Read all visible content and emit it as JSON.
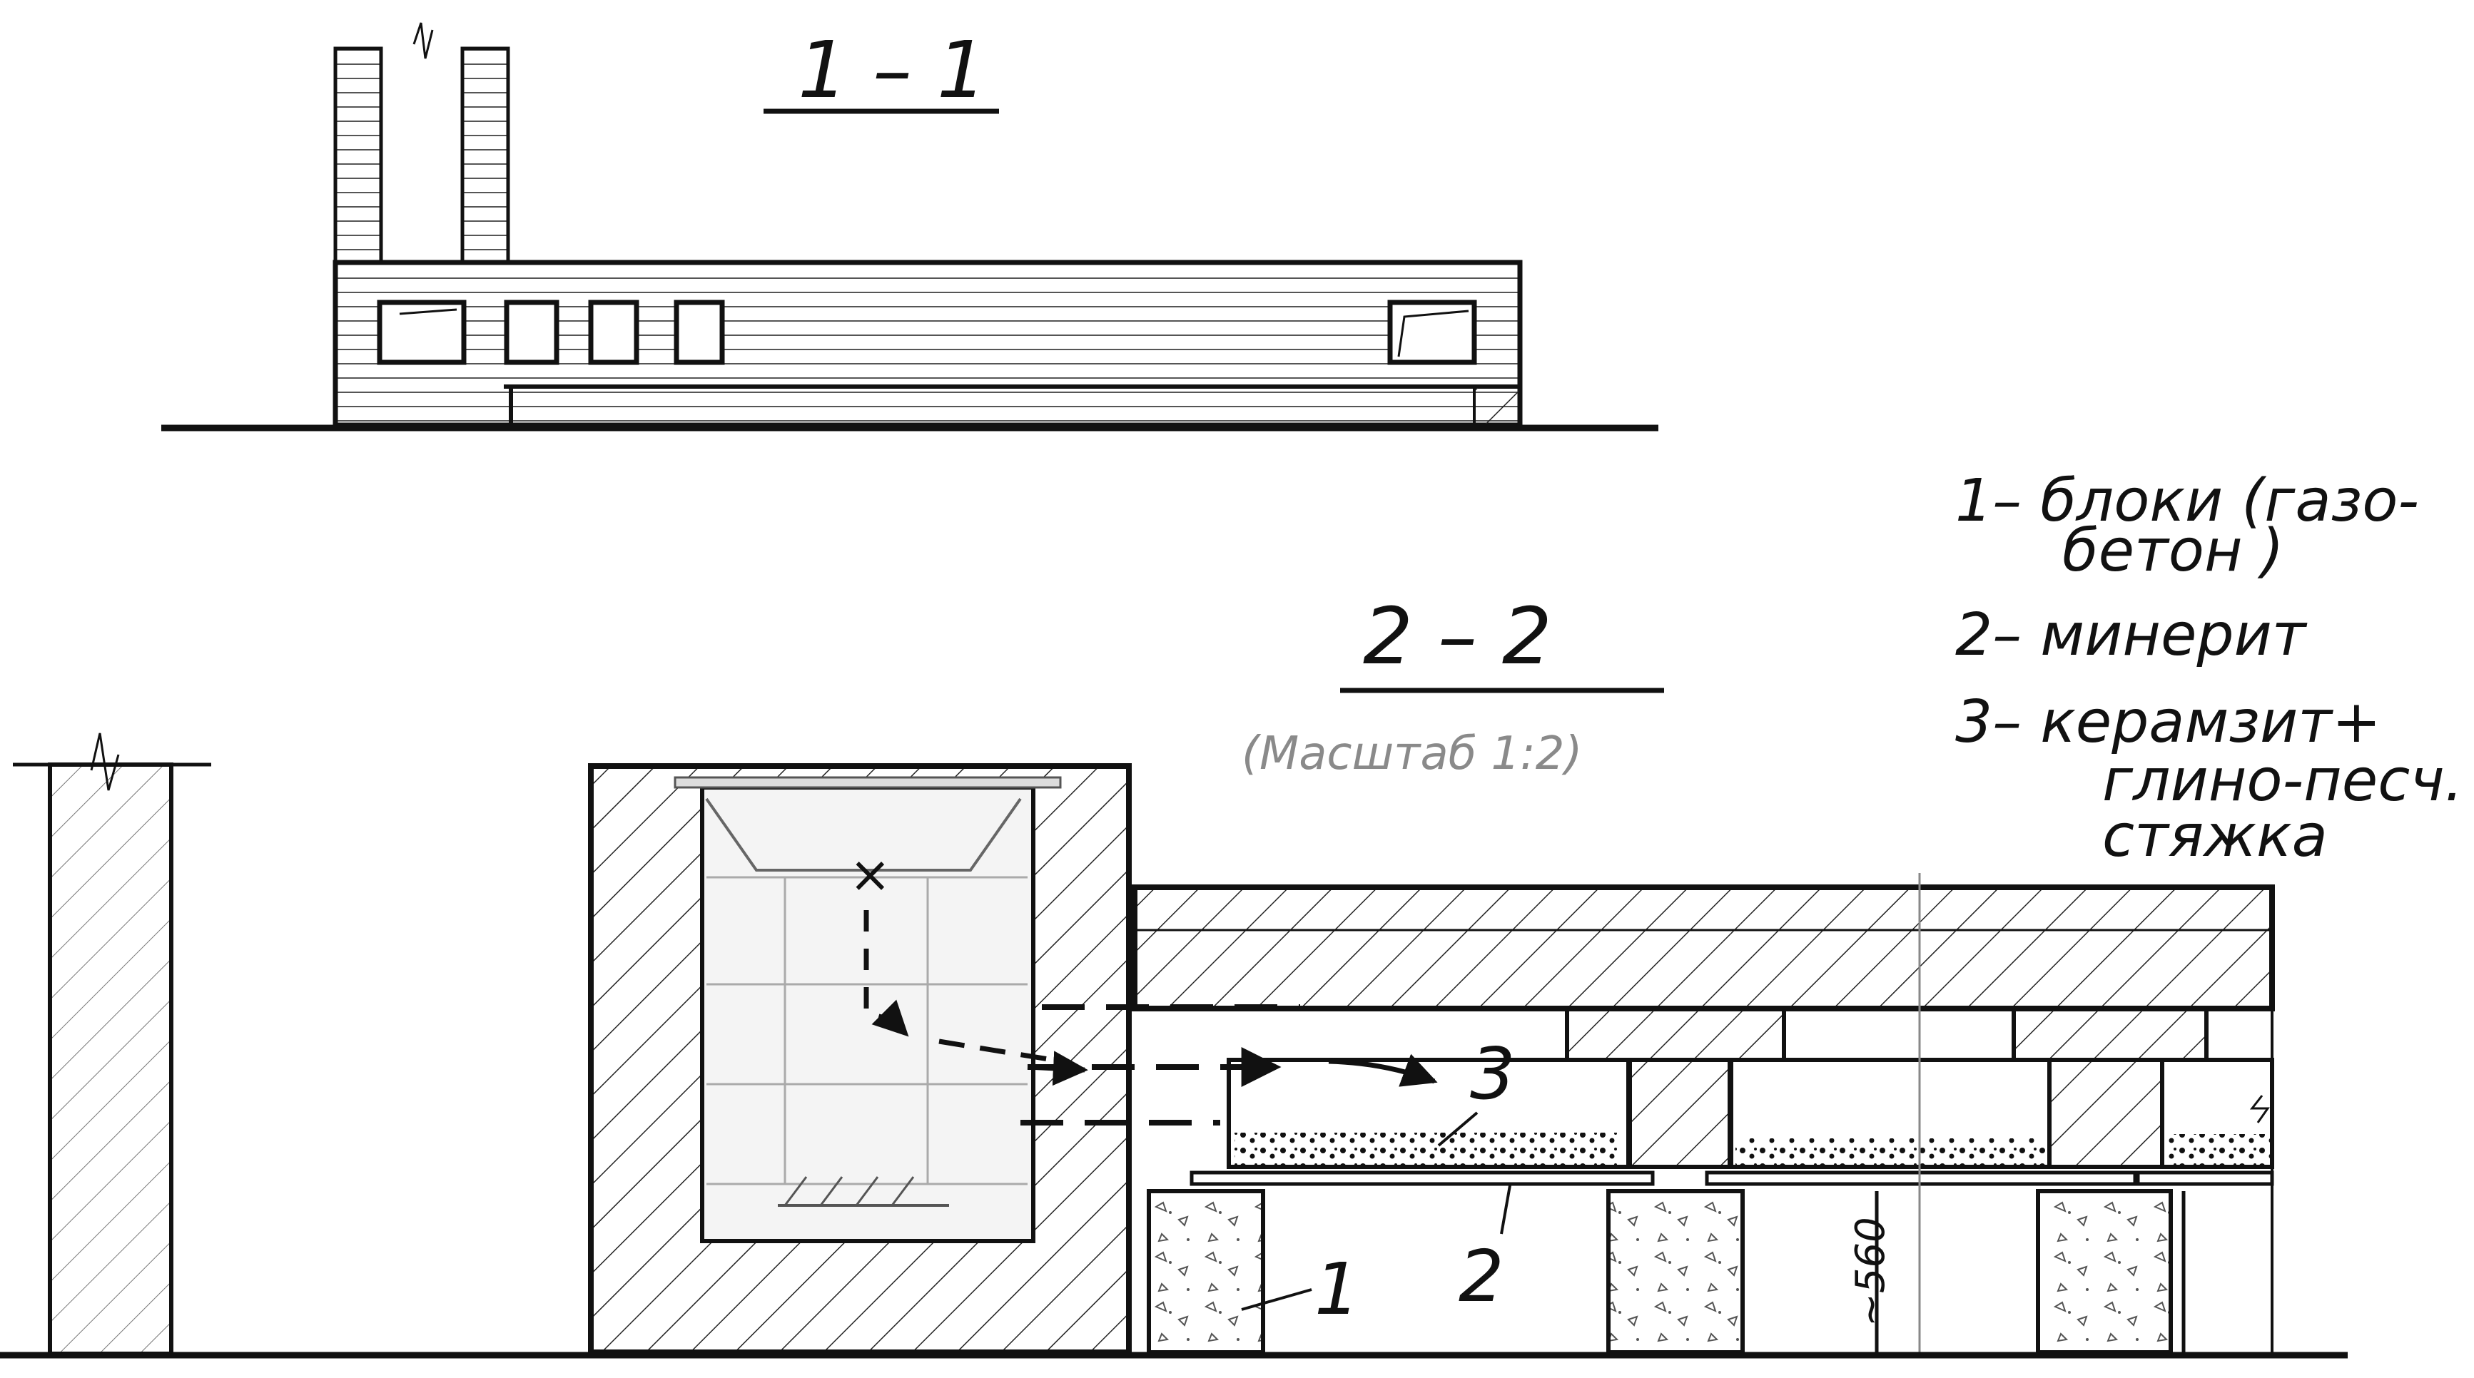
{
  "section_1": {
    "title": "1 – 1"
  },
  "section_2": {
    "title": "2 – 2",
    "scale_note": "(Масштаб 1:2)"
  },
  "legend": [
    {
      "num": "1",
      "line1": "1– блоки (газо-",
      "line2": "бетон )"
    },
    {
      "num": "2",
      "line1": "2– минерит"
    },
    {
      "num": "3",
      "line1": "3– керамзит+",
      "line2": "глино-песч.",
      "line3": "стяжка"
    }
  ],
  "callouts": {
    "c1": "1",
    "c2": "2",
    "c3": "3"
  },
  "dimension": "~560",
  "start_mark": "×",
  "colors": {
    "ink": "#111111",
    "pencil": "#8a8a8a",
    "paper": "#ffffff"
  }
}
